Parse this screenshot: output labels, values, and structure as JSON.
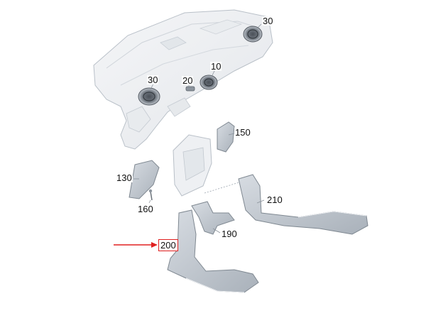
{
  "labels": {
    "p30_top": "30",
    "p30_left": "30",
    "p20": "20",
    "p10": "10",
    "p150": "150",
    "p130": "130",
    "p160": "160",
    "p210": "210",
    "p190": "190",
    "p200": "200"
  },
  "colors": {
    "highlight": "#e02020",
    "part_fill": "#c8ced6",
    "dash_fill": "#eef0f3",
    "outline": "#9aa3ad"
  }
}
